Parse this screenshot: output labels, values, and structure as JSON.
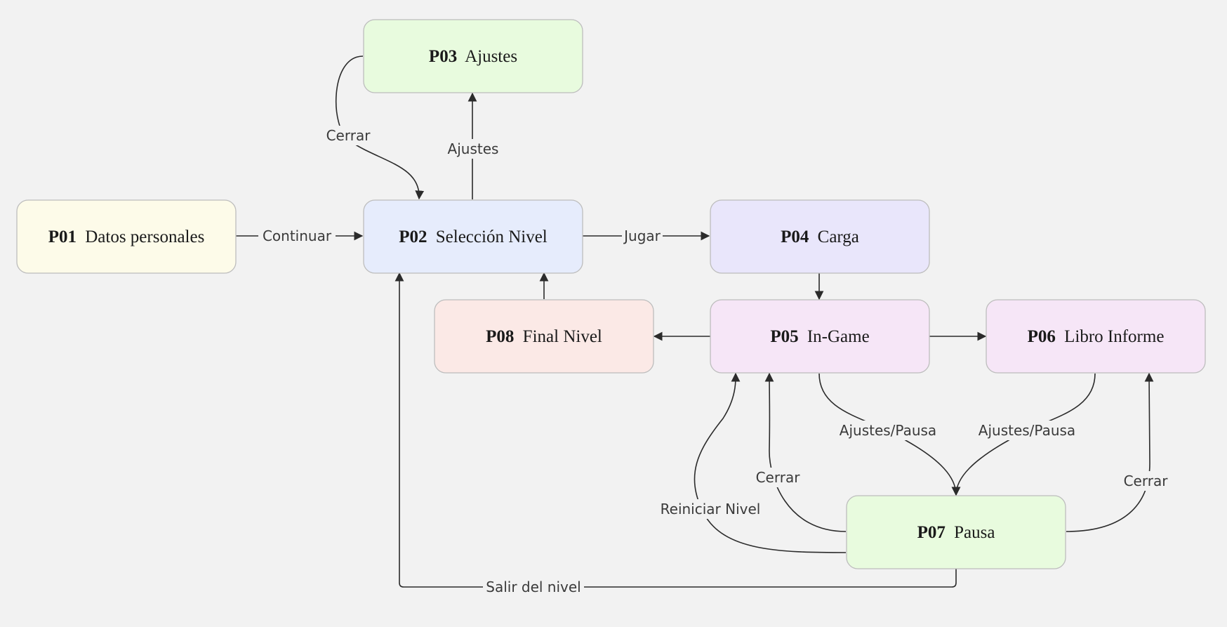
{
  "nodes": {
    "p01": {
      "code": "P01",
      "name": "Datos personales",
      "color": "#fdfbe9"
    },
    "p02": {
      "code": "P02",
      "name": "Selección Nivel",
      "color": "#e6ecfc"
    },
    "p03": {
      "code": "P03",
      "name": "Ajustes",
      "color": "#e8fbde"
    },
    "p04": {
      "code": "P04",
      "name": "Carga",
      "color": "#e9e6fb"
    },
    "p05": {
      "code": "P05",
      "name": "In-Game",
      "color": "#f6e6f7"
    },
    "p06": {
      "code": "P06",
      "name": "Libro Informe",
      "color": "#f6e6f7"
    },
    "p07": {
      "code": "P07",
      "name": "Pausa",
      "color": "#e8fbde"
    },
    "p08": {
      "code": "P08",
      "name": "Final Nivel",
      "color": "#fbe9e6"
    }
  },
  "edges": {
    "continuar": "Continuar",
    "ajustes": "Ajustes",
    "cerrar_ajustes": "Cerrar",
    "jugar": "Jugar",
    "ajustes_pausa_1": "Ajustes/Pausa",
    "ajustes_pausa_2": "Ajustes/Pausa",
    "cerrar_ingame": "Cerrar",
    "cerrar_libro": "Cerrar",
    "reiniciar": "Reiniciar Nivel",
    "salir": "Salir del nivel"
  }
}
